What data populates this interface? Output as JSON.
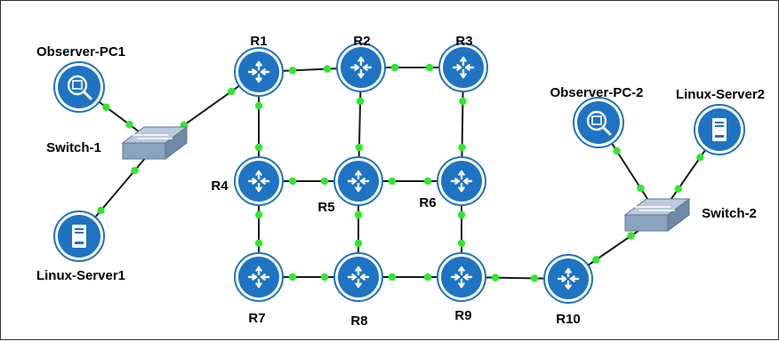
{
  "colors": {
    "link": "#1a1a1a",
    "port": "#2ee82e",
    "node_fill": "#1f73c3",
    "node_inner": "#ffffff",
    "switch_body": "#8aa4bd"
  },
  "nodes": {
    "r1": {
      "label": "R1",
      "icon": "router-icon"
    },
    "r2": {
      "label": "R2",
      "icon": "router-icon"
    },
    "r3": {
      "label": "R3",
      "icon": "router-icon"
    },
    "r4": {
      "label": "R4",
      "icon": "router-icon"
    },
    "r5": {
      "label": "R5",
      "icon": "router-icon"
    },
    "r6": {
      "label": "R6",
      "icon": "router-icon"
    },
    "r7": {
      "label": "R7",
      "icon": "router-icon"
    },
    "r8": {
      "label": "R8",
      "icon": "router-icon"
    },
    "r9": {
      "label": "R9",
      "icon": "router-icon"
    },
    "r10": {
      "label": "R10",
      "icon": "router-icon"
    },
    "switch1": {
      "label": "Switch-1",
      "icon": "switch-icon"
    },
    "switch2": {
      "label": "Switch-2",
      "icon": "switch-icon"
    },
    "observer1": {
      "label": "Observer-PC1",
      "icon": "observer-pc-icon"
    },
    "observer2": {
      "label": "Observer-PC-2",
      "icon": "observer-pc-icon"
    },
    "server1": {
      "label": "Linux-Server1",
      "icon": "server-icon"
    },
    "server2": {
      "label": "Linux-Server2",
      "icon": "server-icon"
    }
  },
  "links": [
    [
      "observer1",
      "switch1"
    ],
    [
      "server1",
      "switch1"
    ],
    [
      "switch1",
      "r1"
    ],
    [
      "r1",
      "r2"
    ],
    [
      "r2",
      "r3"
    ],
    [
      "r1",
      "r4"
    ],
    [
      "r2",
      "r5"
    ],
    [
      "r3",
      "r6"
    ],
    [
      "r4",
      "r5"
    ],
    [
      "r5",
      "r6"
    ],
    [
      "r4",
      "r7"
    ],
    [
      "r5",
      "r8"
    ],
    [
      "r6",
      "r9"
    ],
    [
      "r7",
      "r8"
    ],
    [
      "r8",
      "r9"
    ],
    [
      "r9",
      "r10"
    ],
    [
      "r10",
      "switch2"
    ],
    [
      "observer2",
      "switch2"
    ],
    [
      "server2",
      "switch2"
    ]
  ]
}
